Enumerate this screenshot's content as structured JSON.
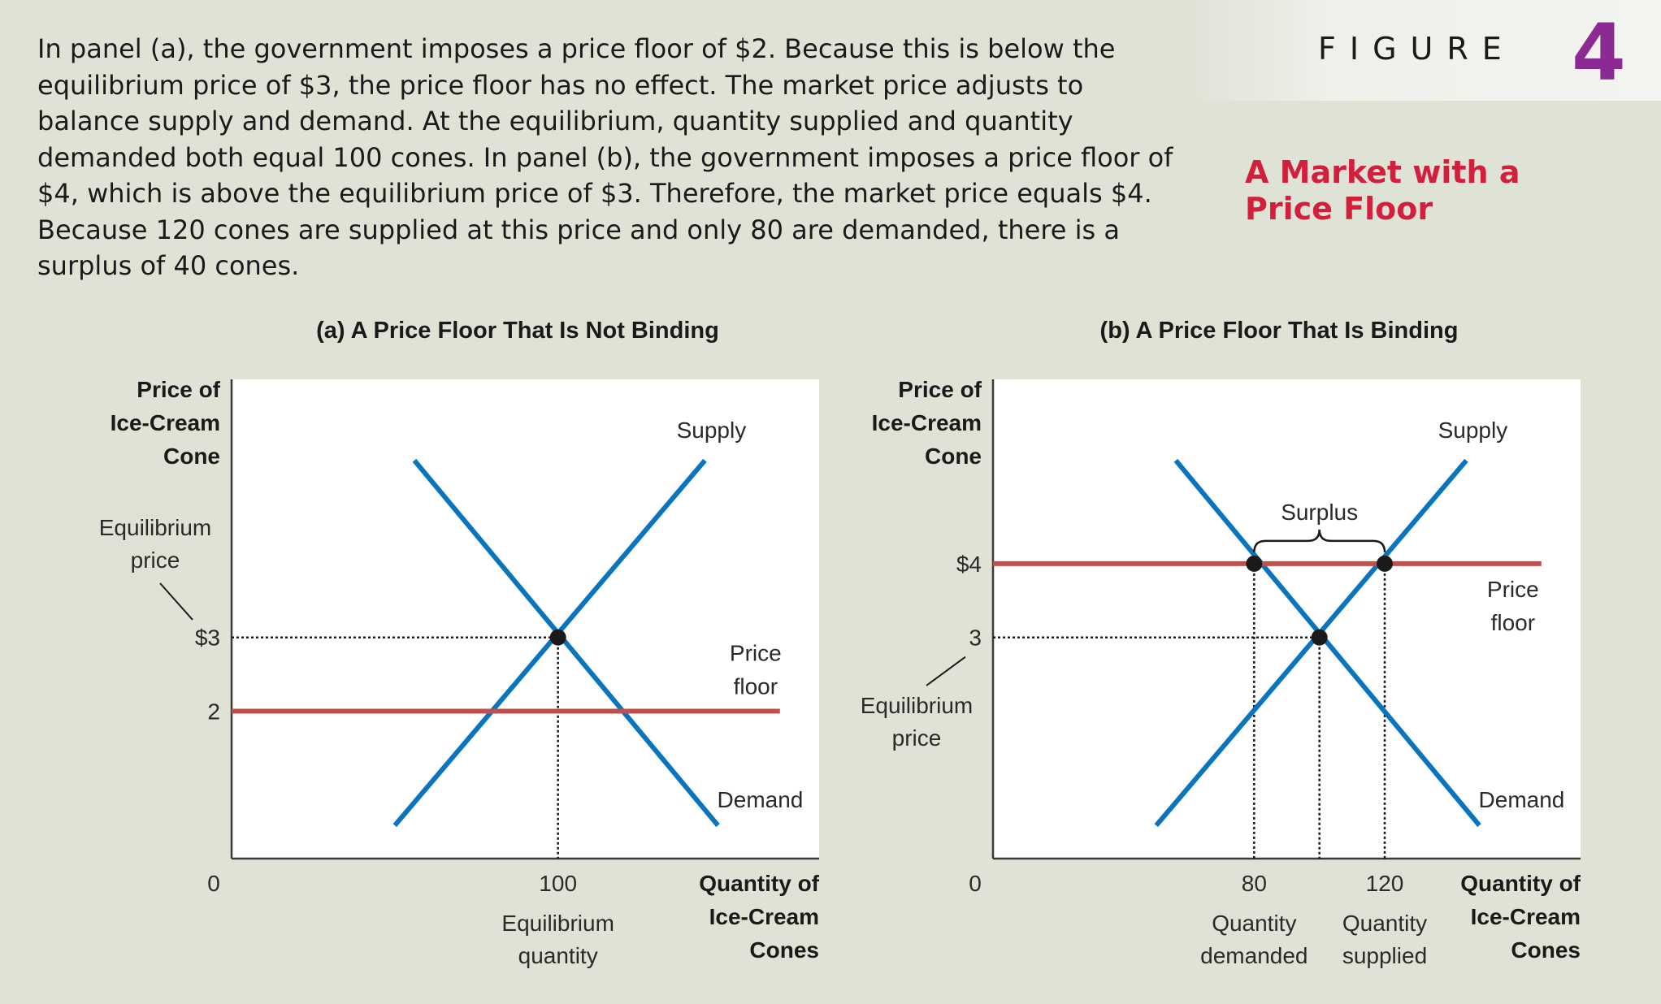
{
  "figure": {
    "word": "FIGURE",
    "number": "4",
    "subtitle": "A Market with a Price Floor",
    "caption": "In panel (a), the government imposes a price floor of $2. Because this is below the equilibrium price of $3, the price floor has no effect. The market price adjusts to balance supply and demand. At the equilibrium, quantity supplied and quantity demanded both equal 100 cones. In panel (b), the government imposes a price floor of $4, which is above the equilibrium price of $3. Therefore, the market price equals $4. Because 120 cones are supplied at this price and only 80 are demanded, there is a surplus of 40 cones."
  },
  "colors": {
    "curve": "#0a75bc",
    "floor": "#c0504d",
    "point": "#1a1a1a",
    "axis": "#3a3a3a",
    "title_red": "#d21f3c",
    "figure_purple": "#8b2a92"
  },
  "chart_data": [
    {
      "type": "line",
      "title": "(a) A Price Floor That Is Not Binding",
      "ylabel": [
        "Price of",
        "Ice-Cream",
        "Cone"
      ],
      "xlabel": [
        "Quantity of",
        "Ice-Cream",
        "Cones"
      ],
      "xlim": [
        0,
        180
      ],
      "ylim": [
        0,
        6.5
      ],
      "origin_label": "0",
      "x_ticks": [
        {
          "value": 100,
          "label": "100"
        }
      ],
      "y_ticks": [
        {
          "value": 3,
          "label": "$3"
        },
        {
          "value": 2,
          "label": "2"
        }
      ],
      "series": [
        {
          "name": "Supply",
          "points": [
            [
              50,
              0.45
            ],
            [
              145,
              5.4
            ]
          ]
        },
        {
          "name": "Demand",
          "points": [
            [
              56,
              5.4
            ],
            [
              149,
              0.45
            ]
          ]
        },
        {
          "name": "Price floor",
          "points": [
            [
              0,
              2
            ],
            [
              168,
              2
            ]
          ]
        }
      ],
      "curve_labels": {
        "supply": "Supply",
        "demand": "Demand",
        "floor": [
          "Price",
          "floor"
        ]
      },
      "points": [
        {
          "x": 100,
          "y": 3
        }
      ],
      "guides": [
        {
          "x": 100,
          "y": 3
        }
      ],
      "annotations": {
        "equilibrium_price": [
          "Equilibrium",
          "price"
        ],
        "x_annotations": [
          {
            "x": 100,
            "lines": [
              "Equilibrium",
              "quantity"
            ]
          }
        ]
      }
    },
    {
      "type": "line",
      "title": "(b) A Price Floor That Is Binding",
      "ylabel": [
        "Price of",
        "Ice-Cream",
        "Cone"
      ],
      "xlabel": [
        "Quantity of",
        "Ice-Cream",
        "Cones"
      ],
      "xlim": [
        0,
        180
      ],
      "ylim": [
        0,
        6.5
      ],
      "origin_label": "0",
      "x_ticks": [
        {
          "value": 80,
          "label": "80"
        },
        {
          "value": 120,
          "label": "120"
        }
      ],
      "y_ticks": [
        {
          "value": 4,
          "label": "$4"
        },
        {
          "value": 3,
          "label": "3"
        }
      ],
      "series": [
        {
          "name": "Supply",
          "points": [
            [
              50,
              0.45
            ],
            [
              145,
              5.4
            ]
          ]
        },
        {
          "name": "Demand",
          "points": [
            [
              56,
              5.4
            ],
            [
              149,
              0.45
            ]
          ]
        },
        {
          "name": "Price floor",
          "points": [
            [
              0,
              4
            ],
            [
              168,
              4
            ]
          ]
        }
      ],
      "curve_labels": {
        "supply": "Supply",
        "demand": "Demand",
        "floor": [
          "Price",
          "floor"
        ]
      },
      "points": [
        {
          "x": 80,
          "y": 4
        },
        {
          "x": 120,
          "y": 4
        },
        {
          "x": 100,
          "y": 3
        }
      ],
      "guides": [
        {
          "x": 80,
          "y": 4
        },
        {
          "x": 120,
          "y": 4
        },
        {
          "x": 100,
          "y": 3
        }
      ],
      "annotations": {
        "surplus": "Surplus",
        "equilibrium_price": [
          "Equilibrium",
          "price"
        ],
        "x_annotations": [
          {
            "x": 80,
            "lines": [
              "Quantity",
              "demanded"
            ]
          },
          {
            "x": 120,
            "lines": [
              "Quantity",
              "supplied"
            ]
          }
        ]
      }
    }
  ]
}
